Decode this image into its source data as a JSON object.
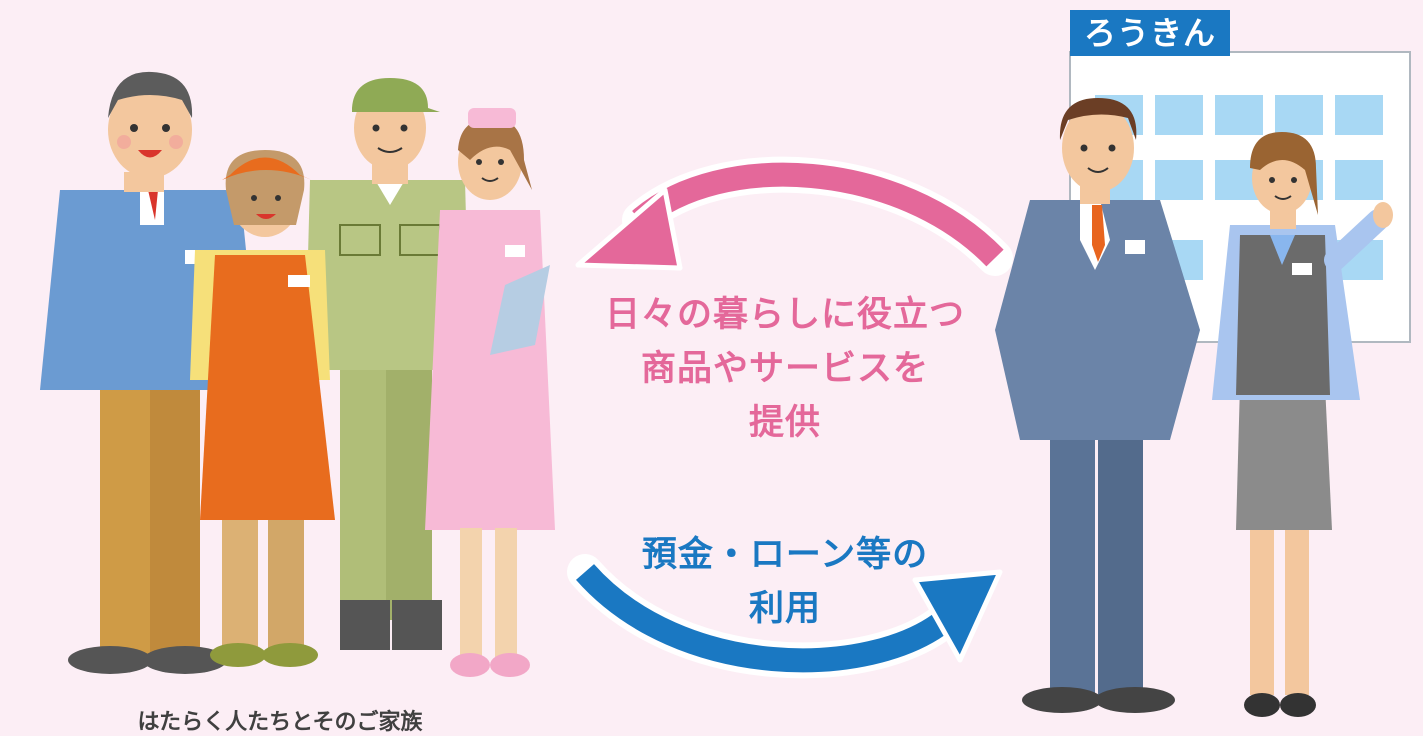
{
  "brand": {
    "name": "ろうきん",
    "color": "#1a78c2"
  },
  "flows": {
    "top": {
      "lines": [
        "日々の暮らしに役立つ",
        "商品やサービスを",
        "提供"
      ],
      "color": "#e4689a"
    },
    "bottom": {
      "lines": [
        "預金・ローン等の",
        "利用"
      ],
      "color": "#1a78c2"
    }
  },
  "caption": "はたらく人たちとそのご家族",
  "colors": {
    "background": "#fceef5",
    "building_window": "#a8d8f4"
  }
}
